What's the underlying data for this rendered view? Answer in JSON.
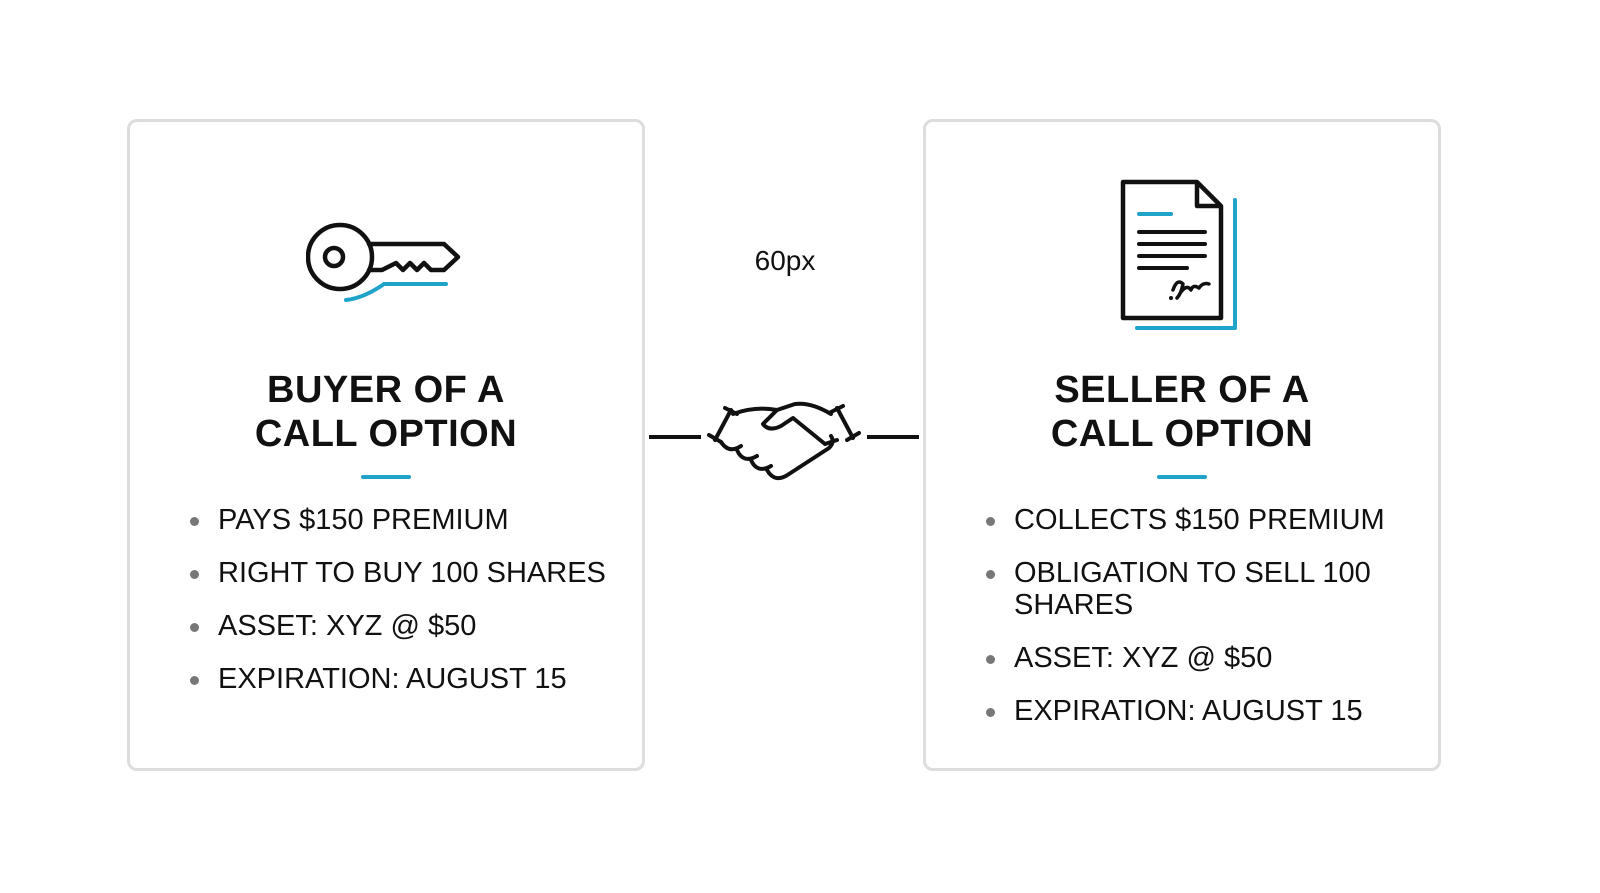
{
  "gap_label": "60px",
  "buyer": {
    "icon": "key-icon",
    "title_line1": "BUYER OF A",
    "title_line2": "CALL OPTION",
    "bullets": [
      "PAYS $150 PREMIUM",
      "RIGHT TO BUY 100 SHARES",
      "ASSET: XYZ @ $50",
      "EXPIRATION: AUGUST 15"
    ]
  },
  "seller": {
    "icon": "signed-contract-icon",
    "title_line1": "SELLER OF A",
    "title_line2": "CALL OPTION",
    "bullets": [
      "COLLECTS $150 PREMIUM",
      "OBLIGATION TO SELL 100 SHARES",
      "ASSET: XYZ @ $50",
      "EXPIRATION: AUGUST 15"
    ]
  },
  "connector_icon": "handshake-icon",
  "colors": {
    "accent": "#1fa3c9",
    "text": "#111111",
    "card_border": "#dddddd",
    "bullet": "#777777"
  }
}
